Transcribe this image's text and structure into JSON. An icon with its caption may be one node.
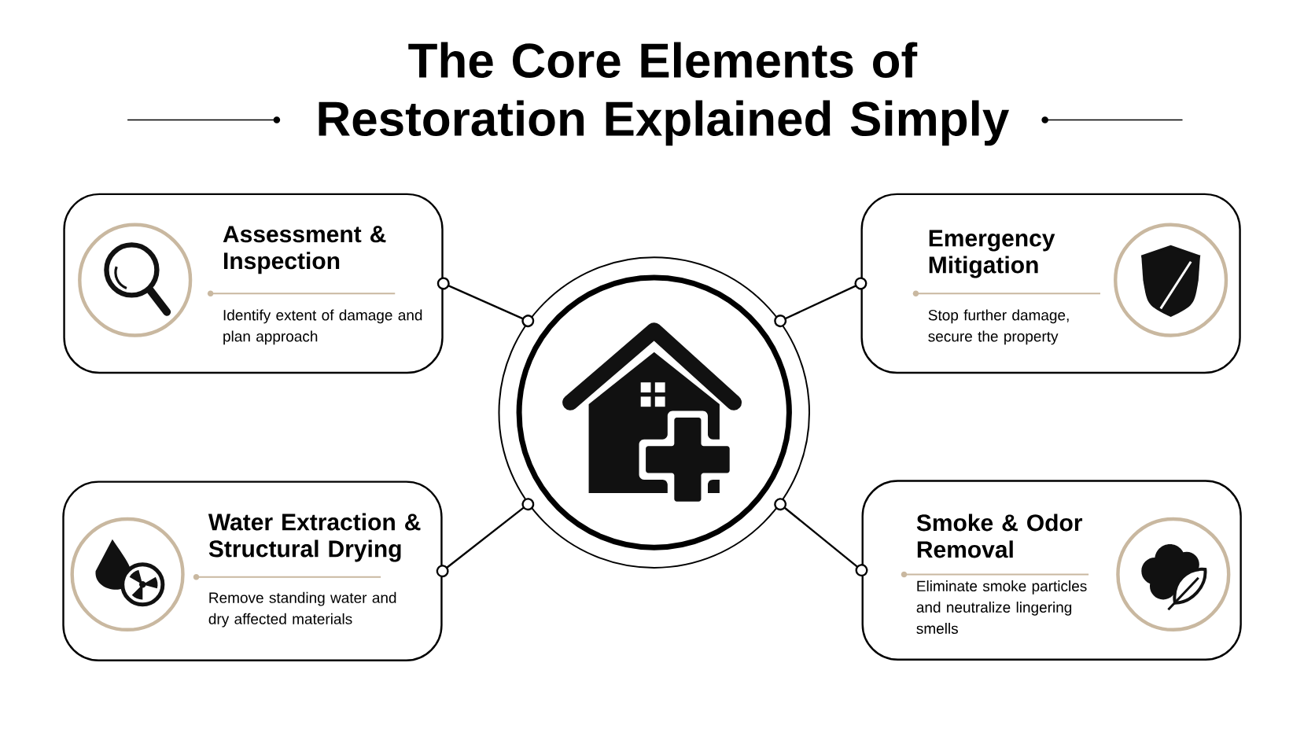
{
  "diagram": {
    "title": "The Core Elements of Restoration Explained Simply",
    "nodes": [
      {
        "text": [],
        "shape": "circle"
      },
      {
        "text": [
          "Assessment & Inspection",
          "Identify extent of damage and plan approach"
        ]
      },
      {
        "text": [
          "Emergency Mitigation",
          "Stop further damage, secure the property"
        ]
      },
      {
        "text": [
          "Water Extraction & Structural Drying",
          "Remove standing water and dry affected materials"
        ]
      },
      {
        "text": [
          "Smoke & Odor Removal",
          "Eliminate smoke particles and neutralize lingering smells"
        ]
      }
    ],
    "edges": [
      {
        "from": 1,
        "to": 0,
        "arrow": "other"
      },
      {
        "from": 2,
        "to": 0,
        "arrow": "other"
      },
      {
        "from": 3,
        "to": 0,
        "arrow": "other"
      },
      {
        "from": 4,
        "to": 0,
        "arrow": "other"
      }
    ]
  }
}
